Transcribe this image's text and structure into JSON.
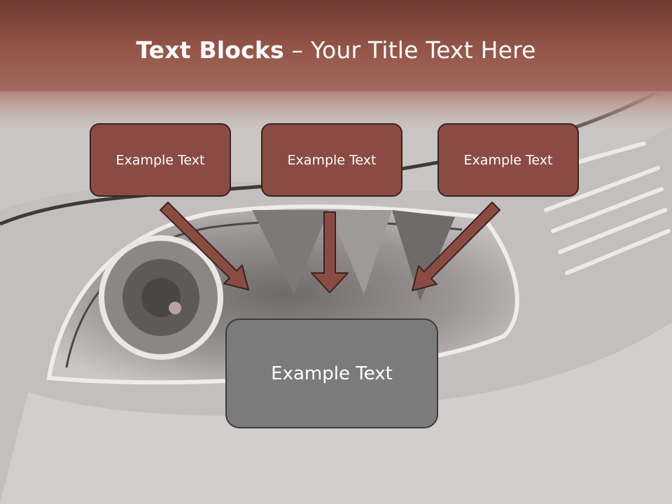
{
  "title": {
    "bold": "Text Blocks",
    "rest": " – Your Title Text Here"
  },
  "blocks": {
    "top": [
      "Example Text",
      "Example Text",
      "Example Text"
    ],
    "bottom": "Example Text"
  },
  "colors": {
    "header": "#8a4c42",
    "block_fill": "#8a4c42",
    "block_border": "#3b2420",
    "bottom_fill": "#7b7b7b",
    "arrow": "#8a4c42"
  },
  "icons": [
    "car-headlight-background",
    "arrow-down-right-icon",
    "arrow-down-icon",
    "arrow-down-left-icon"
  ]
}
